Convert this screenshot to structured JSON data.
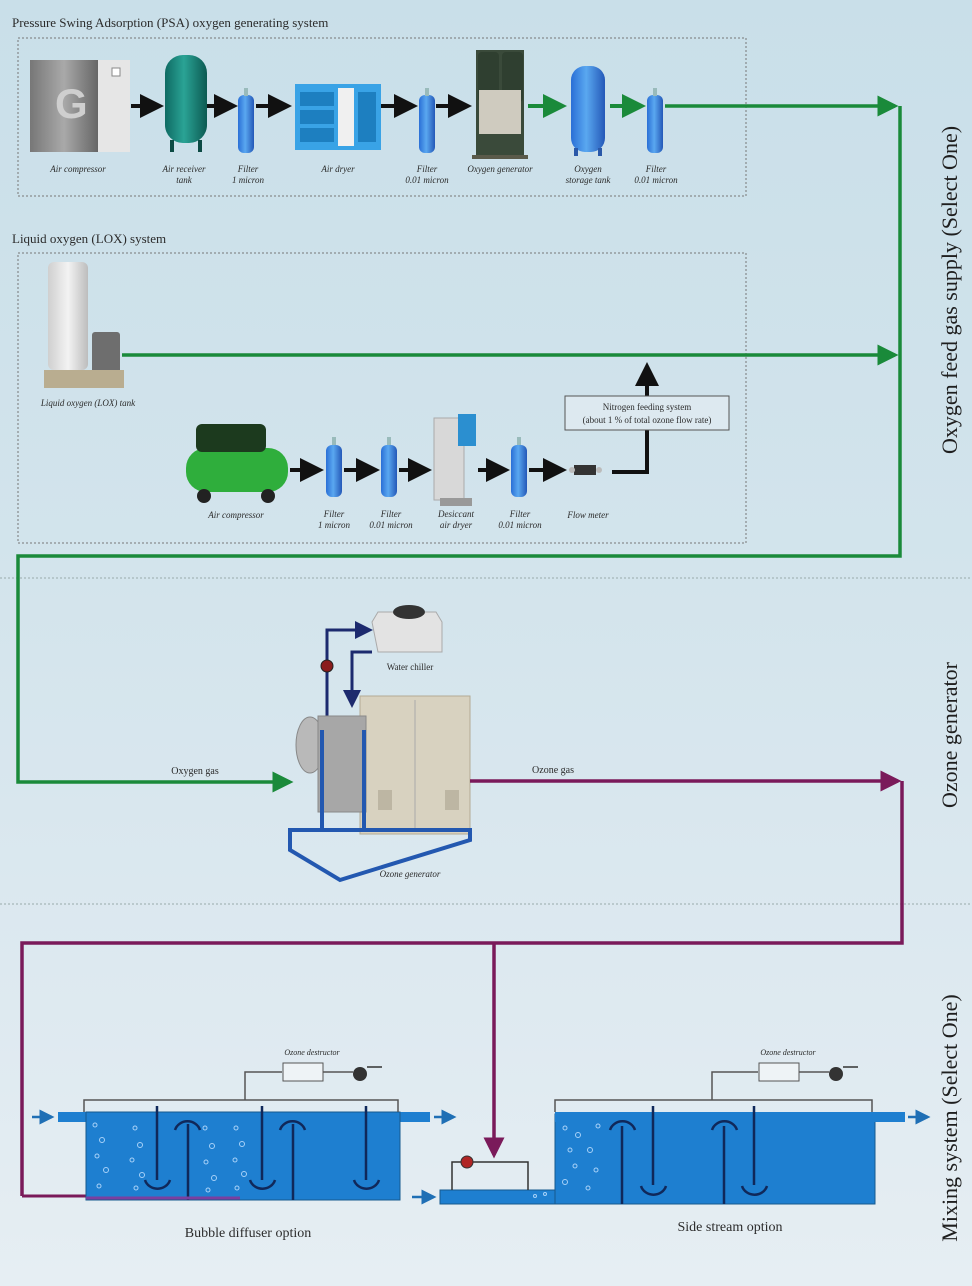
{
  "sections": {
    "oxygen_feed": "Oxygen feed gas supply (Select One)",
    "ozone_generator": "Ozone generator",
    "mixing": "Mixing system (Select One)"
  },
  "psa": {
    "title": "Pressure Swing Adsorption (PSA) oxygen generating system",
    "components": [
      {
        "line1": "Air compressor",
        "line2": ""
      },
      {
        "line1": "Air receiver",
        "line2": "tank"
      },
      {
        "line1": "Filter",
        "line2": "1 micron"
      },
      {
        "line1": "Air dryer",
        "line2": ""
      },
      {
        "line1": "Filter",
        "line2": "0.01 micron"
      },
      {
        "line1": "Oxygen generator",
        "line2": ""
      },
      {
        "line1": "Oxygen",
        "line2": "storage tank"
      },
      {
        "line1": "Filter",
        "line2": "0.01 micron"
      }
    ]
  },
  "lox": {
    "title": "Liquid oxygen (LOX) system",
    "tank_label": "Liquid oxygen (LOX) tank",
    "nitrogen_box": {
      "line1": "Nitrogen feeding system",
      "line2": "(about 1 % of total ozone flow rate)"
    },
    "components": [
      {
        "line1": "Air compressor",
        "line2": ""
      },
      {
        "line1": "Filter",
        "line2": "1 micron"
      },
      {
        "line1": "Filter",
        "line2": "0.01 micron"
      },
      {
        "line1": "Desiccant",
        "line2": "air dryer"
      },
      {
        "line1": "Filter",
        "line2": "0.01 micron"
      },
      {
        "line1": "Flow meter",
        "line2": ""
      }
    ]
  },
  "ozone": {
    "oxygen_gas_label": "Oxygen gas",
    "ozone_gas_label": "Ozone gas",
    "chiller_label": "Water chiller",
    "generator_label": "Ozone generator"
  },
  "mixing": {
    "bubble": {
      "caption": "Bubble diffuser option",
      "destructor": "Ozone destructor"
    },
    "side": {
      "caption": "Side stream option",
      "destructor": "Ozone destructor"
    }
  },
  "colors": {
    "oxygen_line": "#1a8a3a",
    "ozone_line": "#7a1a5a",
    "water": "#1e7fd0",
    "flow_arrow": "#111111",
    "chiller_line": "#1c2a6e"
  }
}
